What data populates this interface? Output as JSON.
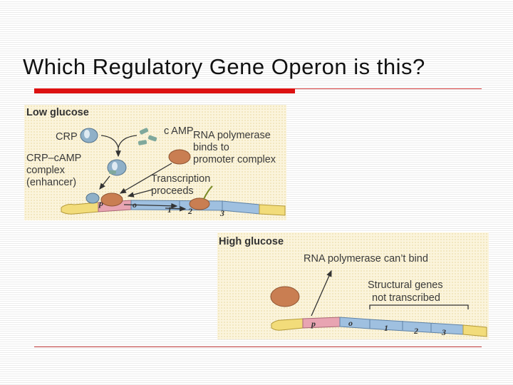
{
  "slide": {
    "title": "Which Regulatory Gene Operon is this?"
  },
  "low_glucose": {
    "heading": "Low glucose",
    "crp_label": "CRP",
    "camp_label": "c AMP",
    "complex_label": [
      "CRP–cAMP",
      "complex",
      "(enhancer)"
    ],
    "polymerase_label": [
      "RNA polymerase",
      "binds to",
      "promoter complex"
    ],
    "transcription_label": [
      "Transcription",
      "proceeds"
    ],
    "segments": [
      "p",
      "o",
      "1",
      "2",
      "3"
    ]
  },
  "high_glucose": {
    "heading": "High glucose",
    "polymerase_label": "RNA polymerase can’t bind",
    "genes_label": [
      "Structural genes",
      "not transcribed"
    ],
    "segments": [
      "p",
      "o",
      "1",
      "2",
      "3"
    ]
  },
  "colors": {
    "title_bar": "#dd1111",
    "rule": "#c94040",
    "panel_bg": "#fbf4dc",
    "polymerase": "#c97e52",
    "crp": "#8fb0c8",
    "dna_yellow": "#f2dc7a",
    "dna_pink": "#e8a4b2",
    "dna_blue": "#9fc0e0",
    "arrow": "#333333"
  }
}
